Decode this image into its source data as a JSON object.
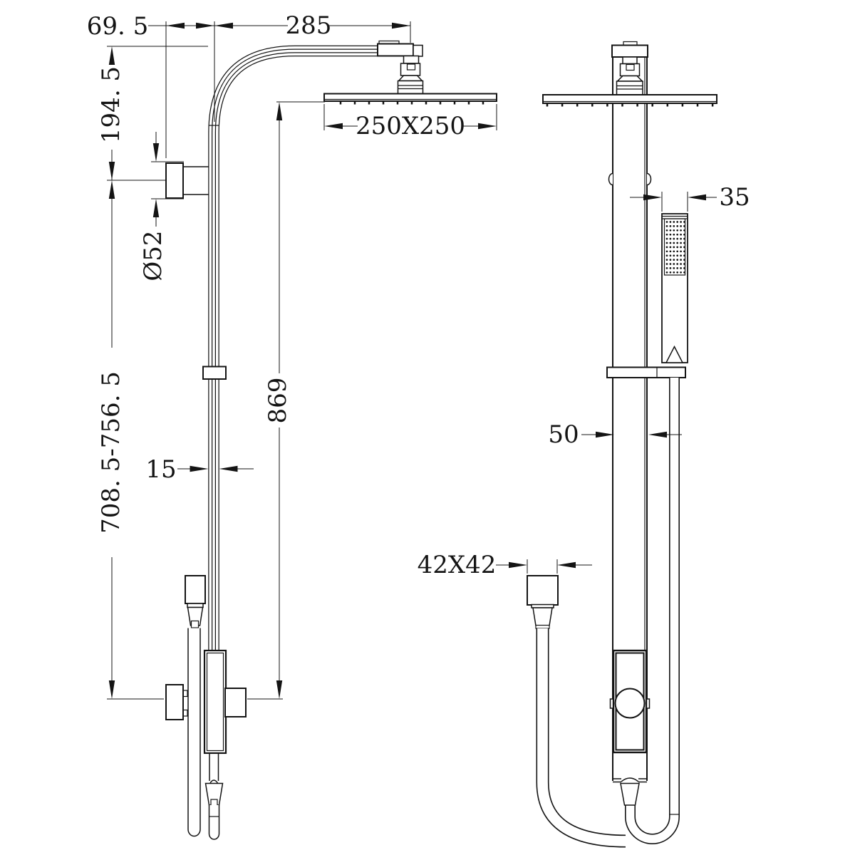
{
  "drawing": {
    "title": "shower-column-technical-drawing",
    "line_color": "#141414",
    "background_color": "#ffffff",
    "front_view": {
      "dimensions": {
        "offset_top": "69. 5",
        "arm_reach": "285",
        "head_size": "250X250",
        "top_to_bracket": "194. 5",
        "bracket_diameter": "Ø52",
        "bracket_to_diverter": "708. 5-756. 5",
        "rail_width": "15",
        "head_to_diverter": "869"
      }
    },
    "side_view": {
      "dimensions": {
        "handshower_width": "35",
        "column_depth": "50",
        "inlet_elbow_size": "42X42"
      }
    }
  }
}
